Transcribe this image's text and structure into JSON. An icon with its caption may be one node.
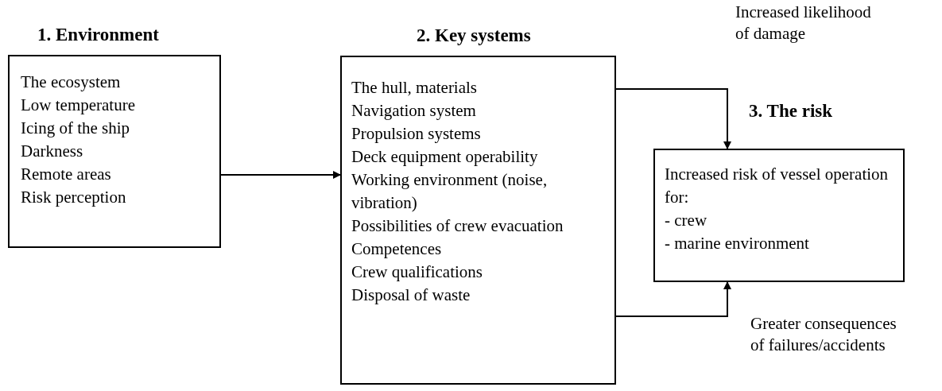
{
  "diagram": {
    "nodes": [
      {
        "text": [
          "1. Environment",
          "The ecosystem",
          "Low temperature",
          "Icing of the ship",
          "Darkness",
          "Remote areas",
          "Risk perception"
        ]
      },
      {
        "text": [
          "2. Key systems",
          "The hull, materials",
          "Navigation system",
          "Propulsion systems",
          "Deck equipment operability",
          "Working environment (noise, vibration)",
          "Possibilities of crew evacuation",
          "Competences",
          "Crew qualifications",
          "Disposal of waste"
        ]
      },
      {
        "text": [
          "3. The risk",
          "Increased risk of vessel operation for:",
          "- crew",
          "- marine environment"
        ]
      }
    ],
    "edges": [
      {
        "from": 0,
        "to": 1,
        "arrow": "to"
      },
      {
        "from": 1,
        "to": 2,
        "arrow": "to",
        "label": "Increased likelihood of damage"
      },
      {
        "from": 1,
        "to": 2,
        "arrow": "to",
        "label": "Greater consequences of failures/accidents"
      }
    ]
  }
}
